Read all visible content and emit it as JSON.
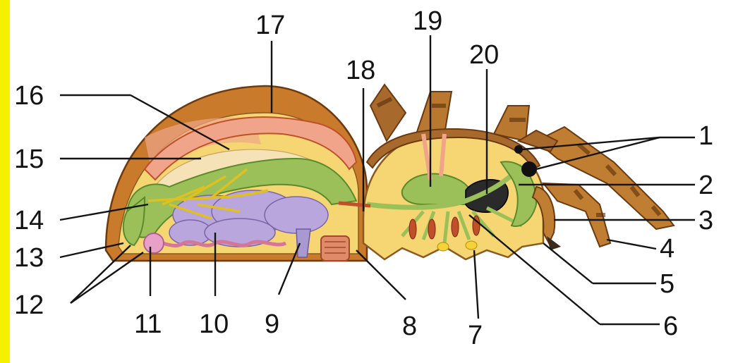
{
  "labels": {
    "n1": "1",
    "n2": "2",
    "n3": "3",
    "n4": "4",
    "n5": "5",
    "n6": "6",
    "n7": "7",
    "n8": "8",
    "n9": "9",
    "n10": "10",
    "n11": "11",
    "n12": "12",
    "n13": "13",
    "n14": "14",
    "n15": "15",
    "n16": "16",
    "n17": "17",
    "n18": "18",
    "n19": "19",
    "n20": "20"
  },
  "colors": {
    "border": "#f4f000",
    "background": "#ffffff",
    "abdomen_shell": "#c97a2a",
    "body_fill": "#f6d673",
    "heart": "#f0a58a",
    "gut": "#9bc05a",
    "liver": "#b9a6dc",
    "nerve": "#e0c020",
    "eye": "#111111"
  }
}
